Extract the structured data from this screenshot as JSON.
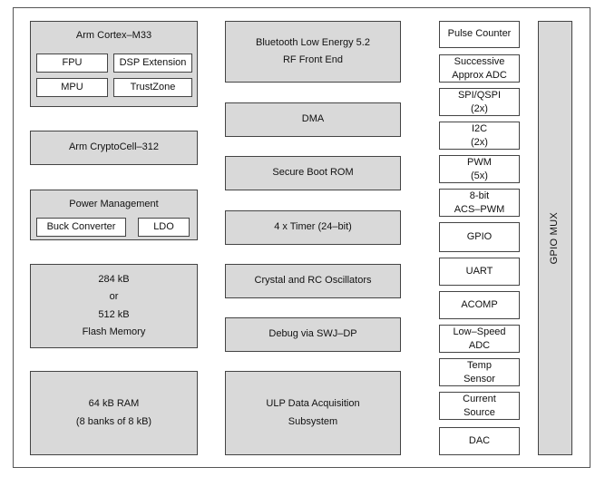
{
  "left": {
    "cortex": {
      "title": "Arm Cortex–M33",
      "fpu": "FPU",
      "dsp": "DSP Extension",
      "mpu": "MPU",
      "trustzone": "TrustZone"
    },
    "cryptocell": "Arm CryptoCell–312",
    "power": {
      "title": "Power Management",
      "buck": "Buck Converter",
      "ldo": "LDO"
    },
    "flash": {
      "line1": "284  kB",
      "line2": "or",
      "line3": "512  kB",
      "line4": "Flash Memory"
    },
    "ram": {
      "line1": "64 kB RAM",
      "line2": "(8 banks of 8 kB)"
    }
  },
  "middle": {
    "ble": {
      "line1": "Bluetooth Low Energy 5.2",
      "line2": "RF Front End"
    },
    "dma": "DMA",
    "secure_boot": "Secure Boot ROM",
    "timer": "4 x Timer  (24–bit)",
    "oscillators": "Crystal and RC Oscillators",
    "debug": "Debug via SWJ–DP",
    "ulp": {
      "line1": "ULP Data Acquisition",
      "line2": "Subsystem"
    }
  },
  "peripherals": [
    {
      "l1": "Pulse Counter",
      "l2": ""
    },
    {
      "l1": "Successive",
      "l2": "Approx ADC"
    },
    {
      "l1": "SPI/QSPI",
      "l2": "(2x)"
    },
    {
      "l1": "I2C",
      "l2": "(2x)"
    },
    {
      "l1": "PWM",
      "l2": "(5x)"
    },
    {
      "l1": "8-bit",
      "l2": "ACS–PWM"
    },
    {
      "l1": "GPIO",
      "l2": ""
    },
    {
      "l1": "UART",
      "l2": ""
    },
    {
      "l1": "ACOMP",
      "l2": ""
    },
    {
      "l1": "Low–Speed",
      "l2": "ADC"
    },
    {
      "l1": "Temp",
      "l2": "Sensor"
    },
    {
      "l1": "Current",
      "l2": "Source"
    },
    {
      "l1": "DAC",
      "l2": ""
    }
  ],
  "gpio_mux": "GPIO MUX"
}
